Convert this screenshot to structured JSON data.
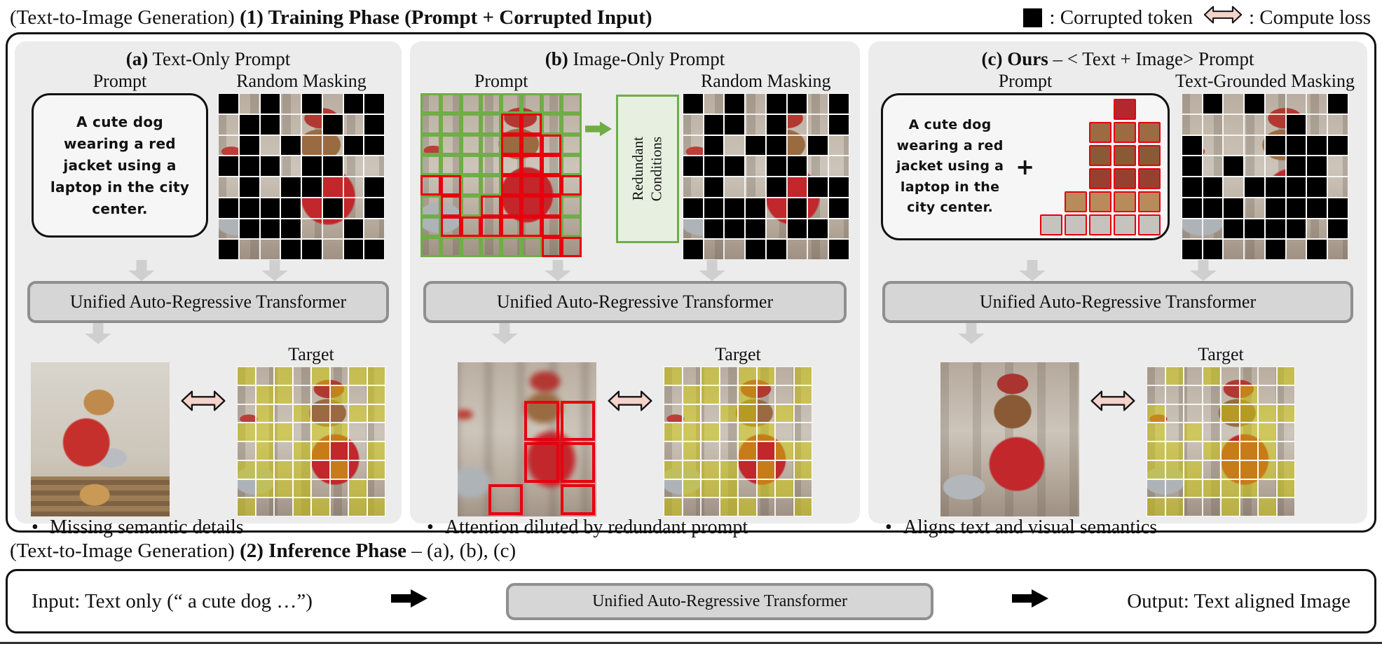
{
  "bullet_char": "•",
  "header": {
    "prefix": "(Text-to-Image Generation) ",
    "bold": "(1) Training Phase (Prompt + Corrupted Input)",
    "legend_corrupted": ": Corrupted token",
    "legend_loss": ": Compute loss"
  },
  "panels": [
    {
      "title_bold": "(a)",
      "title_rest": " Text-Only Prompt",
      "prompt_label": "Prompt",
      "masking_label": "Random Masking",
      "prompt_text": "A cute dog wearing a red jacket using a laptop in the city center.",
      "transformer": "Unified Auto-Regressive Transformer",
      "target_label": "Target",
      "bullet": "Missing semantic details"
    },
    {
      "title_bold": "(b)",
      "title_rest": " Image-Only Prompt",
      "prompt_label": "Prompt",
      "masking_label": "Random Masking",
      "redundant_label": "Redundant\nConditions",
      "transformer": "Unified Auto-Regressive Transformer",
      "target_label": "Target",
      "bullet": "Attention diluted by redundant prompt"
    },
    {
      "title_bold": "(c) Ours",
      "title_rest": " – < Text + Image> Prompt",
      "prompt_label": "Prompt",
      "masking_label": "Text-Grounded Masking",
      "prompt_text": "A cute dog wearing a red jacket using a laptop in the city center.",
      "plus": "+",
      "transformer": "Unified Auto-Regressive Transformer",
      "target_label": "Target",
      "bullet": "Aligns text and visual semantics"
    }
  ],
  "inference": {
    "prefix": "(Text-to-Image Generation) ",
    "bold": "(2) Inference Phase",
    "suffix": " – (a), (b), (c)",
    "input": "Input: Text only (“ a cute dog …”)",
    "transformer": "Unified Auto-Regressive Transformer",
    "output": "Output: Text aligned Image"
  },
  "grids": {
    "mask_a": [
      "10101011",
      "01100101",
      "01010011",
      "11101100",
      "01011001",
      "11110101",
      "01110010",
      "10011011"
    ],
    "mask_b": [
      "10101101",
      "01101001",
      "01011010",
      "11101100",
      "01001011",
      "11110101",
      "01110110",
      "10011001"
    ],
    "mask_c": [
      "01010001",
      "00000100",
      "10001111",
      "10100110",
      "11011110",
      "11101111",
      "00111101",
      "11001010"
    ],
    "border_b": [
      "gggggggg",
      "ggggrrgg",
      "ggggrrrg",
      "ggggrrrg",
      "rrggrrrr",
      "grgrrrrg",
      "grrrrrrg",
      "ggggggrr"
    ],
    "patch_c": [
      "00010",
      "00111",
      "00111",
      "00111",
      "01111",
      "11111"
    ]
  },
  "icons": {
    "corrupted_square": "black-square",
    "loss_arrow": "double-headed-arrow",
    "flow_arrow_down": "down-arrow",
    "flow_arrow_right": "right-arrow"
  },
  "colors": {
    "panel_bg": "#ececec",
    "accent_green": "#70ad47",
    "accent_red": "#e8000d",
    "loss_arrow_fill": "#f4d3cb",
    "mask_black": "#000000",
    "target_tint": "rgba(208,202,10,0.52)",
    "transformer_bg": "#d6d6d6",
    "transformer_border": "#8f8f8f",
    "patch_rows": [
      "#b3282c",
      "#9c6b42",
      "#8a5a36",
      "#97402f",
      "#b98a5a",
      "#c6c3be"
    ]
  }
}
